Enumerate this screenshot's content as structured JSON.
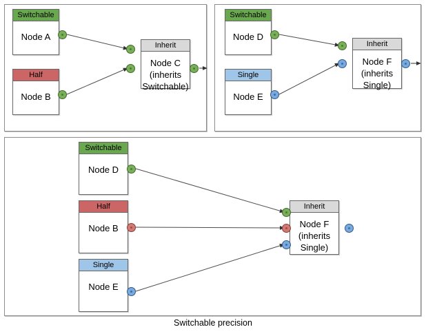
{
  "diagram": {
    "caption": "Switchable precision",
    "colors": {
      "switchable": "#6aa84f",
      "half": "#cc6666",
      "single": "#9fc5e8",
      "inherit": "#d9d9d9",
      "port_green": "#7aaf5a",
      "port_red": "#d07a76",
      "port_blue": "#7aa9dd",
      "panel_border": "#8c8c8c",
      "node_border": "#666666",
      "wire": "#4d4d4d",
      "background": "#ffffff"
    }
  },
  "panels": [
    {
      "id": "panel-top-left",
      "nodes": [
        {
          "id": "node-a",
          "header": "Switchable",
          "header_type": "switchable",
          "body": "Node A"
        },
        {
          "id": "node-b",
          "header": "Half",
          "header_type": "half",
          "body": "Node B"
        },
        {
          "id": "node-c",
          "header": "Inherit",
          "header_type": "inherit",
          "body": "Node C\n(inherits\nSwitchable)"
        }
      ],
      "ports": [
        {
          "id": "port-a-out",
          "color": "green"
        },
        {
          "id": "port-b-out",
          "color": "green"
        },
        {
          "id": "port-c-in-1",
          "color": "green"
        },
        {
          "id": "port-c-in-2",
          "color": "green"
        },
        {
          "id": "port-c-out",
          "color": "green"
        }
      ],
      "edges": [
        {
          "from": "node-a",
          "to": "node-c"
        },
        {
          "from": "node-b",
          "to": "node-c"
        },
        {
          "from": "node-c",
          "to": "out"
        }
      ]
    },
    {
      "id": "panel-top-right",
      "nodes": [
        {
          "id": "node-d",
          "header": "Switchable",
          "header_type": "switchable",
          "body": "Node D"
        },
        {
          "id": "node-e",
          "header": "Single",
          "header_type": "single",
          "body": "Node E"
        },
        {
          "id": "node-f",
          "header": "Inherit",
          "header_type": "inherit",
          "body": "Node F\n(inherits\nSingle)"
        }
      ],
      "ports": [
        {
          "id": "port-d-out",
          "color": "green"
        },
        {
          "id": "port-e-out",
          "color": "blue"
        },
        {
          "id": "port-f-in-1",
          "color": "green"
        },
        {
          "id": "port-f-in-2",
          "color": "blue"
        },
        {
          "id": "port-f-out",
          "color": "blue"
        }
      ],
      "edges": [
        {
          "from": "node-d",
          "to": "node-f"
        },
        {
          "from": "node-e",
          "to": "node-f"
        },
        {
          "from": "node-f",
          "to": "out"
        }
      ]
    },
    {
      "id": "panel-bottom",
      "nodes": [
        {
          "id": "node-d2",
          "header": "Switchable",
          "header_type": "switchable",
          "body": "Node D"
        },
        {
          "id": "node-b2",
          "header": "Half",
          "header_type": "half",
          "body": "Node B"
        },
        {
          "id": "node-e2",
          "header": "Single",
          "header_type": "single",
          "body": "Node E"
        },
        {
          "id": "node-f2",
          "header": "Inherit",
          "header_type": "inherit",
          "body": "Node F\n(inherits\nSingle)"
        }
      ],
      "ports": [
        {
          "id": "port-d2-out",
          "color": "green"
        },
        {
          "id": "port-b2-out",
          "color": "red"
        },
        {
          "id": "port-e2-out",
          "color": "blue"
        },
        {
          "id": "port-f2-in-1",
          "color": "green"
        },
        {
          "id": "port-f2-in-2",
          "color": "red"
        },
        {
          "id": "port-f2-in-3",
          "color": "blue"
        },
        {
          "id": "port-f2-out",
          "color": "blue"
        }
      ],
      "edges": [
        {
          "from": "node-d2",
          "to": "node-f2"
        },
        {
          "from": "node-b2",
          "to": "node-f2"
        },
        {
          "from": "node-e2",
          "to": "node-f2"
        }
      ]
    }
  ],
  "labels": {
    "node_a_header": "Switchable",
    "node_a_body": "Node A",
    "node_b_header": "Half",
    "node_b_body": "Node B",
    "node_c_header": "Inherit",
    "node_c_line1": "Node C",
    "node_c_line2": "(inherits",
    "node_c_line3": "Switchable)",
    "node_d_header": "Switchable",
    "node_d_body": "Node D",
    "node_e_header": "Single",
    "node_e_body": "Node E",
    "node_f_header": "Inherit",
    "node_f_line1": "Node F",
    "node_f_line2": "(inherits",
    "node_f_line3": "Single)",
    "node_d2_header": "Switchable",
    "node_d2_body": "Node D",
    "node_b2_header": "Half",
    "node_b2_body": "Node B",
    "node_e2_header": "Single",
    "node_e2_body": "Node E",
    "node_f2_header": "Inherit",
    "node_f2_line1": "Node F",
    "node_f2_line2": "(inherits",
    "node_f2_line3": "Single)",
    "caption": "Switchable precision"
  }
}
